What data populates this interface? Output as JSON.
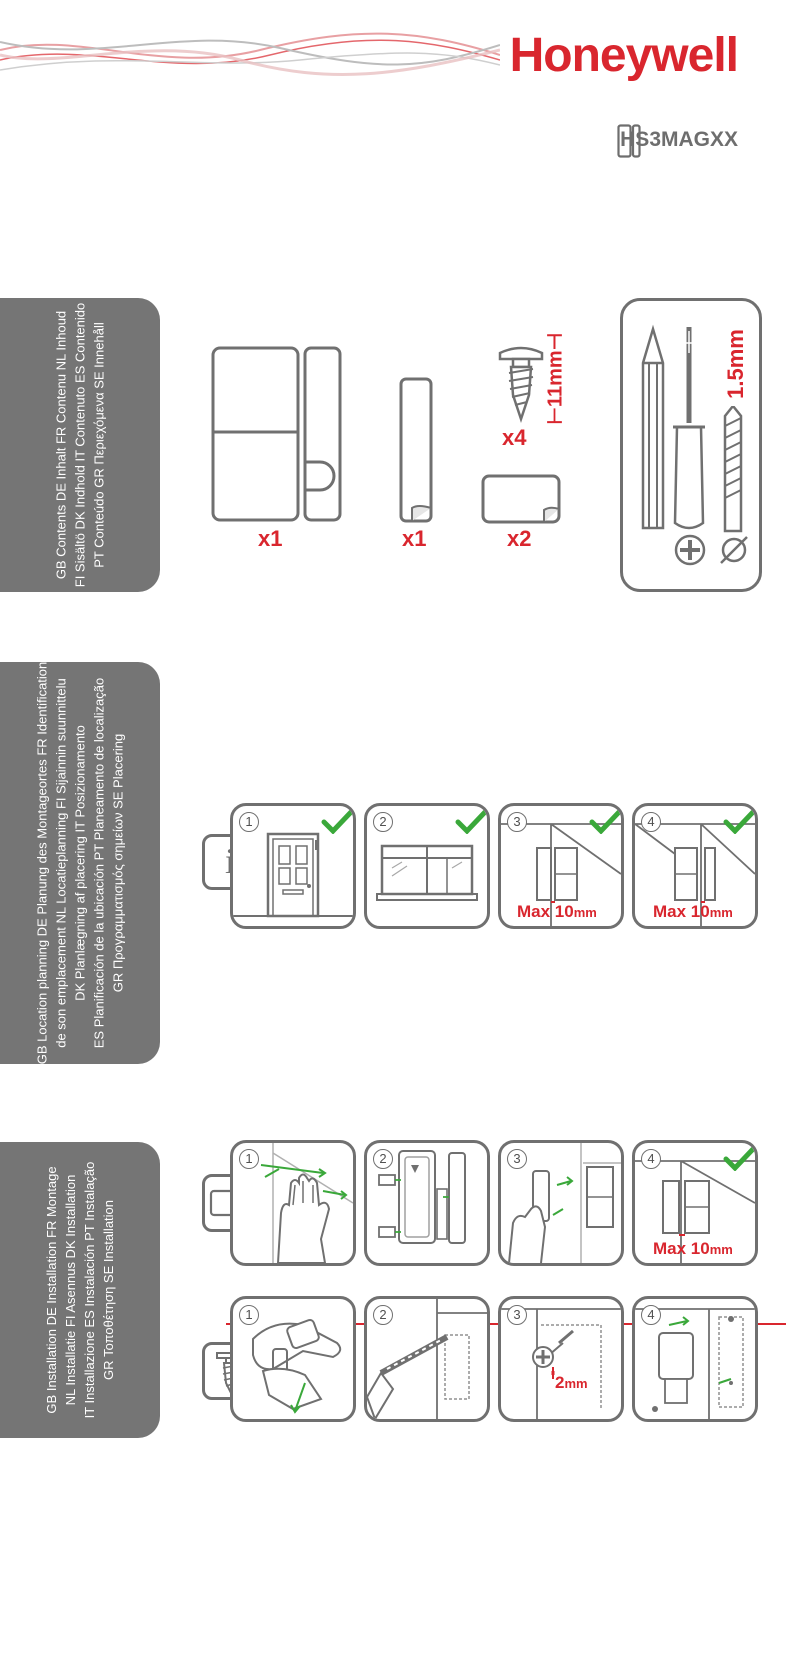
{
  "header": {
    "brand": "Honeywell",
    "model": "HS3MAGXX"
  },
  "colors": {
    "brand_red": "#d9262e",
    "tab_grey": "#757575",
    "outline_grey": "#707070",
    "check_green": "#3aa83a"
  },
  "contents": {
    "tab_lines": [
      "GB Contents DE Inhalt FR Contenu NL Inhoud",
      "FI Sisältö DK Indhold IT Contenuto ES Contenido",
      "PT Conteúdo GR Περιεχόμενα SE Innehåll"
    ],
    "items": [
      {
        "name": "sensor-and-magnet",
        "qty": "x1"
      },
      {
        "name": "spacer",
        "qty": "x1"
      },
      {
        "name": "screws",
        "qty": "x4",
        "size": "11mm"
      },
      {
        "name": "adhesive-pads",
        "qty": "x2"
      }
    ],
    "tools": {
      "drill_size": "1.5mm",
      "icons": [
        "pencil-icon",
        "phillips-screwdriver-icon",
        "drill-bit-icon",
        "phillips-head-icon",
        "diameter-icon"
      ]
    }
  },
  "location_planning": {
    "tab_lines": [
      "GB Location planning DE Planung des Montageortes FR Identification",
      "de son emplacement NL Locatieplanning FI Sijainnin suunnittelu",
      "DK Planlægning af placering IT Posizionamento",
      "ES Planificación de la ubicación PT Planeamento de localização",
      "GR Προγραμματισμός σημείων SE Placering"
    ],
    "info_icon": "info-icon",
    "steps": [
      {
        "number": "1",
        "scene": "door",
        "max_label": "",
        "max_unit": ""
      },
      {
        "number": "2",
        "scene": "window",
        "max_label": "",
        "max_unit": ""
      },
      {
        "number": "3",
        "scene": "corner-gap",
        "max_label": "Max 10",
        "max_unit": "mm"
      },
      {
        "number": "4",
        "scene": "corner-gap",
        "max_label": "Max 10",
        "max_unit": "mm"
      }
    ]
  },
  "installation": {
    "tab_lines": [
      "GB Installation DE Installation FR Montage",
      "NL Installatie FI Asennus DK Installation",
      "IT Installazione ES Instalación PT Instalação",
      "GR Τοποθέτηση SE Installation"
    ],
    "adhesive_steps": [
      {
        "number": "1",
        "max_label": "",
        "max_unit": ""
      },
      {
        "number": "2",
        "max_label": "",
        "max_unit": ""
      },
      {
        "number": "3",
        "max_label": "",
        "max_unit": ""
      },
      {
        "number": "4",
        "max_label": "Max 10",
        "max_unit": "mm"
      }
    ],
    "screw_steps": [
      {
        "number": "1",
        "gap_label": "",
        "gap_unit": ""
      },
      {
        "number": "2",
        "gap_label": "",
        "gap_unit": ""
      },
      {
        "number": "3",
        "gap_label": "2",
        "gap_unit": "mm"
      },
      {
        "number": "4",
        "gap_label": "",
        "gap_unit": ""
      }
    ]
  }
}
